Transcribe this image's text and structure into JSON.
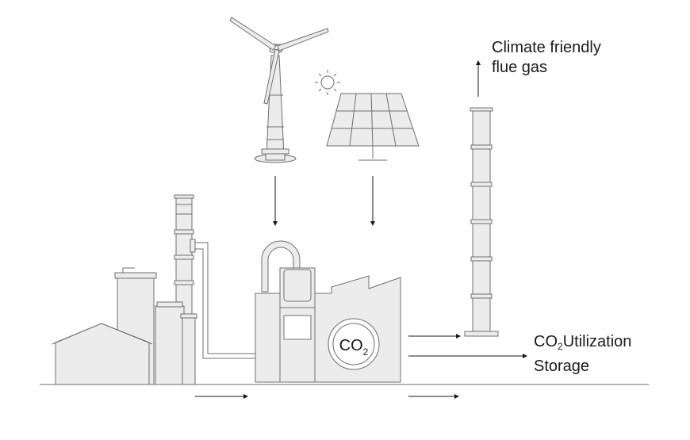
{
  "labels": {
    "flue_gas_line1": "Climate friendly",
    "flue_gas_line2": "flue gas",
    "co2_prefix": "CO",
    "co2_subscript": "2",
    "utilization": "Utilization",
    "storage": "Storage"
  },
  "badge": {
    "co2_prefix": "CO",
    "co2_subscript": "2"
  },
  "colors": {
    "outline": "#6f6f6f",
    "fill": "#ececec",
    "arrow": "#1a1a1a",
    "background": "#ffffff"
  }
}
